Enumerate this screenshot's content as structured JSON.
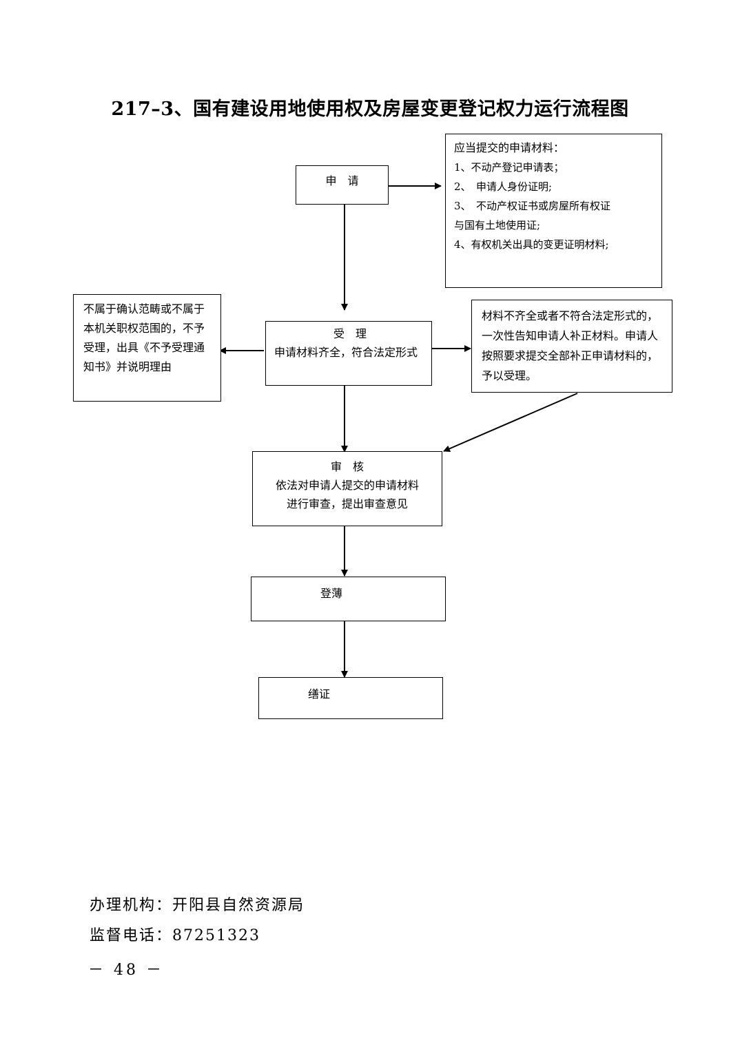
{
  "title": "217–3、国有建设用地使用权及房屋变更登记权力运行流程图",
  "nodes": {
    "apply": {
      "label": "申　请"
    },
    "materials": {
      "heading": "应当提交的申请材料：",
      "items": [
        "1、不动产登记申请表；",
        "2、　申请人身份证明;",
        "3、　不动产权证书或房屋所有权证",
        "与国有土地使用证;",
        "4、有权机关出具的变更证明材料;"
      ]
    },
    "accept": {
      "label": "受　理",
      "text": "申请材料齐全，符合法定形式"
    },
    "reject": {
      "text": "不属于确认范畴或不属于本机关职权范围的，不予受理，出具《不予受理通知书》并说明理由"
    },
    "supplement": {
      "text": "材料不齐全或者不符合法定形式的，一次性告知申请人补正材料。申请人按照要求提交全部补正申请材料的，予以受理。"
    },
    "review": {
      "label": "审　核",
      "line1": "依法对申请人提交的申请材料",
      "line2": "进行审查，提出审查意见"
    },
    "register": {
      "label": "登薄"
    },
    "certificate": {
      "label": "缮证"
    }
  },
  "footer": {
    "agency": "办理机构：开阳县自然资源局",
    "phone": "监督电话：87251323",
    "page": "－ 48 －"
  }
}
